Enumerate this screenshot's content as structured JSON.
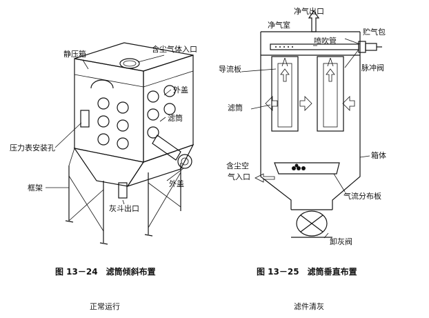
{
  "left_figure": {
    "labels": {
      "static_box": "静压箱",
      "inlet": "含尘气体入口",
      "outer_cover_1": "外盖",
      "filter": "滤筒",
      "gauge_hole": "压力表安装孔",
      "outer_cover_2": "外盖",
      "frame": "框架",
      "ash_outlet": "灰斗出口"
    },
    "caption": "图 13－24　滤筒倾斜布置",
    "bottom_text": "正常运行"
  },
  "right_figure": {
    "labels": {
      "clean_outlet": "净气出口",
      "clean_chamber": "净气室",
      "air_tank": "贮气包",
      "guide_plate": "导流板",
      "blow_pipe": "喷吹管",
      "pulse_valve": "脉冲阀",
      "filter": "滤筒",
      "housing": "箱体",
      "dusty_inlet_1": "含尘空",
      "dusty_inlet_2": "气入口",
      "distributor": "气流分布板",
      "discharge_valve": "卸灰阀"
    },
    "caption": "图 13－25　滤筒垂直布置",
    "bottom_text": "滤件清灰"
  },
  "colors": {
    "ink": "#111111",
    "background": "#ffffff"
  }
}
